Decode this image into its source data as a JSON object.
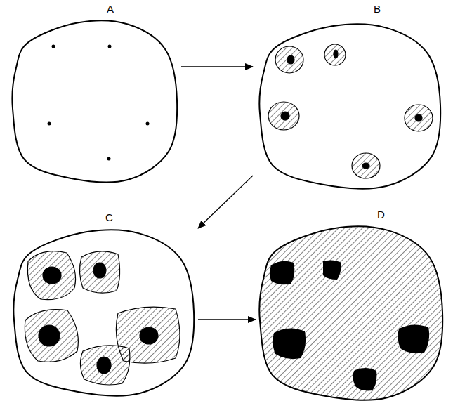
{
  "diagram": {
    "nodes": [
      {
        "text": [
          "A"
        ]
      },
      {
        "text": [
          "B"
        ]
      },
      {
        "text": [
          "C"
        ]
      },
      {
        "text": [
          "D"
        ]
      }
    ],
    "edges": [
      {
        "from": 0,
        "to": 1,
        "arrow": "to"
      },
      {
        "from": 1,
        "to": 2,
        "arrow": "to"
      },
      {
        "from": 2,
        "to": 3,
        "arrow": "to"
      }
    ]
  }
}
